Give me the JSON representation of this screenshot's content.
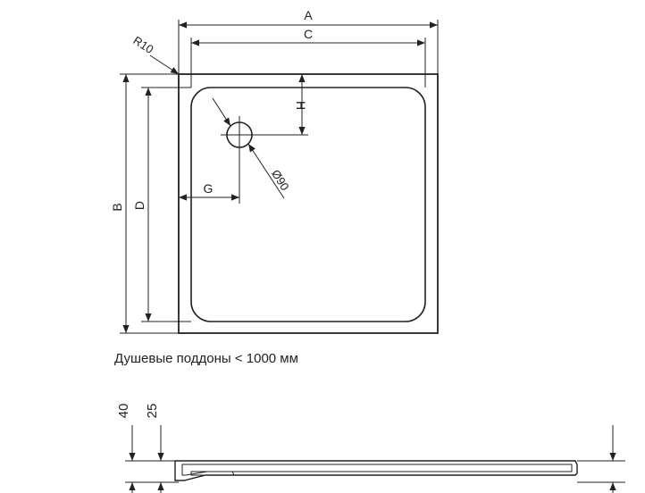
{
  "plan_view": {
    "dim_labels": {
      "a": "A",
      "c": "C",
      "b": "B",
      "d": "D",
      "g": "G",
      "h": "H",
      "radius": "R10",
      "drain_diameter": "Ø90"
    }
  },
  "caption": "Душевые поддоны < 1000 мм",
  "section_view": {
    "dim_labels": {
      "total_height": "40",
      "rim_height": "25"
    }
  },
  "colors": {
    "line": "#222222",
    "background": "#ffffff"
  }
}
